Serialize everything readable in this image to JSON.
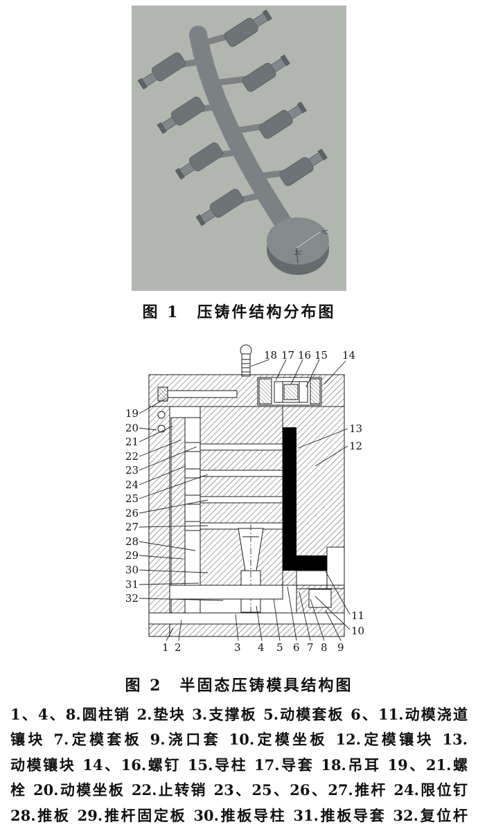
{
  "figure1": {
    "caption": "图 1　压铸件结构分布图",
    "axis_labels": {
      "yc": "YC",
      "zc": "ZC"
    },
    "colors": {
      "background": "#b2b6b1",
      "part": "#7c8283",
      "casting": "#6d7475"
    }
  },
  "figure2": {
    "caption": "图 2　半固态压铸模具结构图",
    "labels": {
      "top": [
        "18",
        "17",
        "16",
        "15",
        "14"
      ],
      "left": [
        "19",
        "20",
        "21",
        "22",
        "23",
        "24",
        "25",
        "26",
        "27",
        "28",
        "29",
        "30",
        "31",
        "32"
      ],
      "right": [
        "13",
        "12"
      ],
      "bottom_right": [
        "11",
        "10"
      ],
      "bottom": [
        "1",
        "2",
        "3",
        "4",
        "5",
        "6",
        "7",
        "8",
        "9"
      ]
    }
  },
  "legend": {
    "lines": [
      "1、4、8.圆柱销  2.垫块  3.支撑板  5.动模套板  6、11.动模浇道",
      "镶块  7.定模套板  9.浇口套  10.定模坐板  12.定模镶块  13.",
      "动模镶块  14、16.螺钉  15.导柱  17.导套  18.吊耳  19、21.螺",
      "栓  20.动模坐板  22.止转销  23、25、26、27.推杆  24.限位钉",
      "28.推板  29.推杆固定板  30.推板导柱  31.推板导套  32.复位杆"
    ]
  }
}
